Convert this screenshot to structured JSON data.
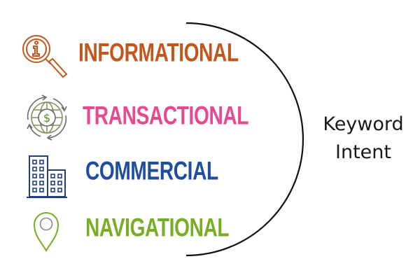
{
  "diagram": {
    "center_label": {
      "line1": "Keyword",
      "line2": "Intent"
    },
    "intents": [
      {
        "label": "INFORMATIONAL",
        "color": "#c4561c",
        "icon": "magnifier-info-icon"
      },
      {
        "label": "TRANSACTIONAL",
        "color": "#e9478f",
        "icon": "globe-dollar-icon"
      },
      {
        "label": "COMMERCIAL",
        "color": "#1f4ea0",
        "icon": "office-buildings-icon"
      },
      {
        "label": "NAVIGATIONAL",
        "color": "#79ad22",
        "icon": "map-pin-icon"
      }
    ],
    "arc_color": "#111111",
    "background": "#ffffff"
  }
}
